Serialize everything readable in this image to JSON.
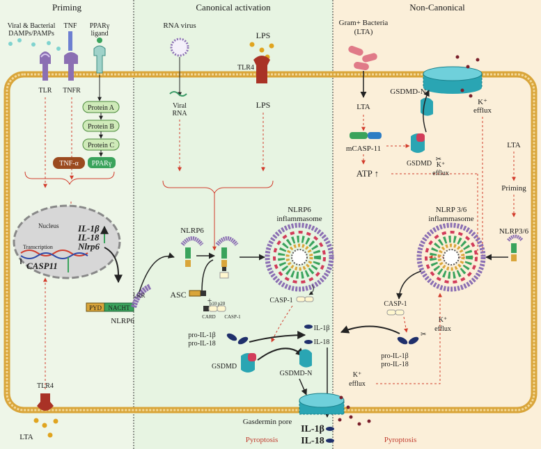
{
  "sections": {
    "priming": "Priming",
    "canonical": "Canonical activation",
    "noncanonical": "Non-Canonical"
  },
  "priming": {
    "damps": [
      "Viral & Bacterial",
      "DAMPs/PAMPs"
    ],
    "tnf": "TNF",
    "ppar_ligand": [
      "PPARγ",
      "ligand"
    ],
    "tlr": "TLR",
    "tnfr": "TNFR",
    "protein_a": "Protein A",
    "protein_b": "Protein B",
    "protein_c": "Protein C",
    "tnf_alpha": "TNF-α",
    "ppar_gamma": "PPARγ",
    "nucleus": "Nucleus",
    "transcription": "Transcription",
    "genes": [
      "IL-1β",
      "IL-18",
      "Nlrp6"
    ],
    "casp11": "CASP11",
    "tlr4": "TLR4",
    "lta": "LTA"
  },
  "nlrp6_domains": {
    "pyd": "PYD",
    "nacht": "NACHT",
    "lrr": "LRR",
    "label": "NLRP6"
  },
  "canonical": {
    "rna_virus": "RNA virus",
    "lps_top": "LPS",
    "tlr4": "TLR4",
    "viral_rna": [
      "Viral",
      "RNA"
    ],
    "lps_mid": "LPS",
    "nlrp6": "NLRP6",
    "inflammasome": [
      "NLRP6",
      "inflammasome"
    ],
    "asc": "ASC",
    "card": "CARD",
    "p10": "p10",
    "p20": "p20",
    "casp1_small": "CASP-1",
    "casp1": "CASP-1",
    "pro_il1b": "pro-IL-1β",
    "pro_il18": "pro-IL-18",
    "il1b": "IL-1β",
    "il18": "IL-18",
    "gsdmd": "GSDMD",
    "gsdmd_n": "GSDMD-N",
    "gasdermin_pore": "Gasdermin pore",
    "out_il1b": "IL-1β",
    "out_il18": "IL-18",
    "pyroptosis": "Pyroptosis"
  },
  "noncanonical": {
    "gram_bacteria": [
      "Gram+ Bacteria",
      "(LTA)"
    ],
    "lta": "LTA",
    "gsdmd_n": "GSDMD-N",
    "k_efflux_top": [
      "K⁺",
      "efflux"
    ],
    "mcasp11": "mCASP-11",
    "gsdmd": "GSDMD",
    "atp": "ATP ↑",
    "k_efflux_mid": [
      "K⁺",
      "efflux"
    ],
    "lta2": "LTA",
    "priming": "Priming",
    "inflammasome": [
      "NLRP 3/6",
      "inflammasome"
    ],
    "nlrp36": "NLRP3/6",
    "casp1": "CASP-1",
    "pro_il1b": "pro-IL-1β",
    "pro_il18": "pro-IL-18",
    "k_efflux_right": [
      "K⁺",
      "efflux"
    ],
    "k_efflux_bottom": [
      "K⁺",
      "efflux"
    ],
    "pyroptosis": "Pyroptosis"
  },
  "colors": {
    "priming_bg": "#eef6e8",
    "canonical_bg": "#e7f4e2",
    "noncanonical_bg": "#fbefd9",
    "membrane": "#d9a53a",
    "pore": "#2aa5b3",
    "red_arrow": "#d23c2c",
    "green_box": "#cfeab9",
    "tnf_alpha": "#9b4a1f",
    "receptor_purple": "#8b6fb3",
    "receptor_red": "#a93226"
  }
}
